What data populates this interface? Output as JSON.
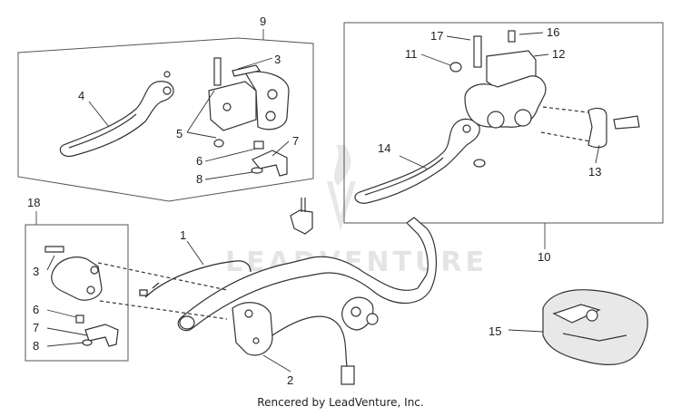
{
  "diagram": {
    "callouts": [
      "1",
      "2",
      "3",
      "4",
      "5",
      "6",
      "7",
      "8",
      "9",
      "10",
      "11",
      "12",
      "13",
      "14",
      "15",
      "16",
      "17",
      "18"
    ],
    "group_a_callouts": [
      "3",
      "6",
      "7",
      "8",
      "18"
    ],
    "watermark": "LEADVENTURE",
    "footer": "Rencered by LeadVenture, Inc."
  },
  "colors": {
    "line": "#333333",
    "box": "#555555",
    "part_fill": "#ffffff",
    "shade": "#d9d9d9",
    "watermark": "#cfcfcf"
  }
}
